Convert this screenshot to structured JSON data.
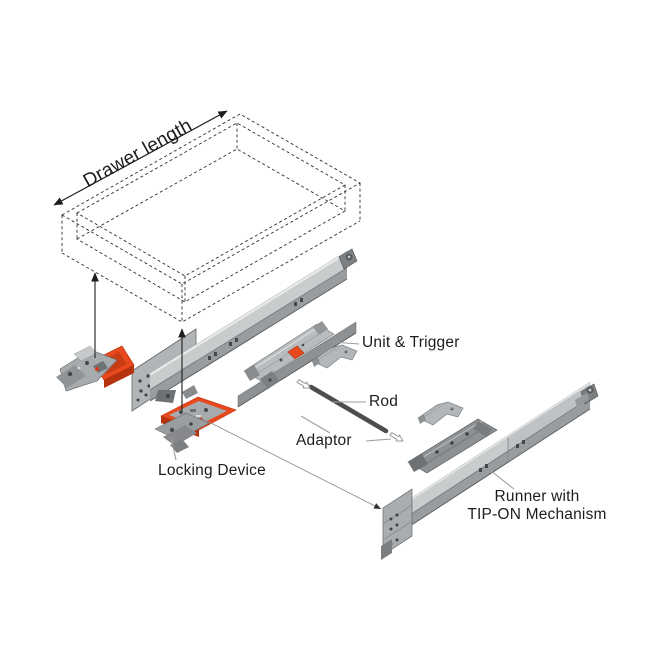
{
  "diagram": {
    "drawer_label": "Drawer length",
    "labels": {
      "unit_trigger": "Unit & Trigger",
      "rod": "Rod",
      "adaptor": "Adaptor",
      "locking_device": "Locking Device",
      "runner_with": "Runner with",
      "tip_on_mechanism": "TIP-ON Mechanism"
    },
    "colors": {
      "background": "#ffffff",
      "outline": "#1d1d1b",
      "leader_gray": "#9d9d9c",
      "rail_light": "#c9cccd",
      "rail_mid": "#a8abad",
      "rail_dark": "#6b6e70",
      "accent_orange": "#e8481e",
      "accent_orange_dark": "#b5330f",
      "rod_dark": "#4b4d4f"
    },
    "parts": [
      "drawer-box",
      "drawer-length-arrow",
      "locking-device-left",
      "locking-device-right",
      "runner-left",
      "tip-on-unit-left",
      "trigger-left",
      "rod",
      "adaptor-arrow-upper",
      "adaptor-arrow-lower",
      "trigger-right",
      "tip-on-unit-right",
      "runner-right"
    ]
  }
}
